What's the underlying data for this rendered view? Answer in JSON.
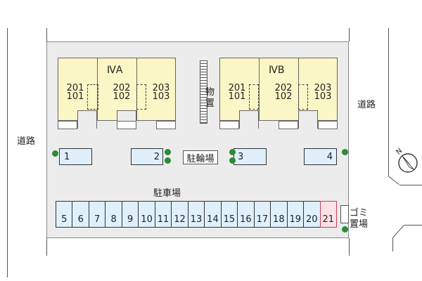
{
  "roads": {
    "left_label": "道路",
    "right_label": "道路"
  },
  "buildings": [
    {
      "name": "ⅣA",
      "units": [
        {
          "upper": "201",
          "lower": "101"
        },
        {
          "upper": "202",
          "lower": "102"
        },
        {
          "upper": "203",
          "lower": "103"
        }
      ]
    },
    {
      "name": "ⅣB",
      "units": [
        {
          "upper": "201",
          "lower": "101"
        },
        {
          "upper": "202",
          "lower": "102"
        },
        {
          "upper": "203",
          "lower": "103"
        }
      ]
    }
  ],
  "storage": {
    "label": "物置"
  },
  "bicycle_parking": {
    "label": "駐輪場"
  },
  "parking": {
    "label": "駐車場",
    "top_spaces": [
      "1",
      "2",
      "3",
      "4"
    ],
    "row_spaces": [
      "5",
      "6",
      "7",
      "8",
      "9",
      "10",
      "11",
      "12",
      "13",
      "14",
      "15",
      "16",
      "17",
      "18",
      "19",
      "20",
      "21"
    ],
    "highlighted_space": "21",
    "space_color": "#dff0fb",
    "highlight_color": "#fde2e8"
  },
  "garbage": {
    "label_line1": "ゴミ",
    "label_line2": "置場"
  },
  "compass": {
    "letter": "N"
  },
  "colors": {
    "building": "#fbf6c6",
    "tree": "#2d8a3a",
    "lot": "#ececec"
  }
}
